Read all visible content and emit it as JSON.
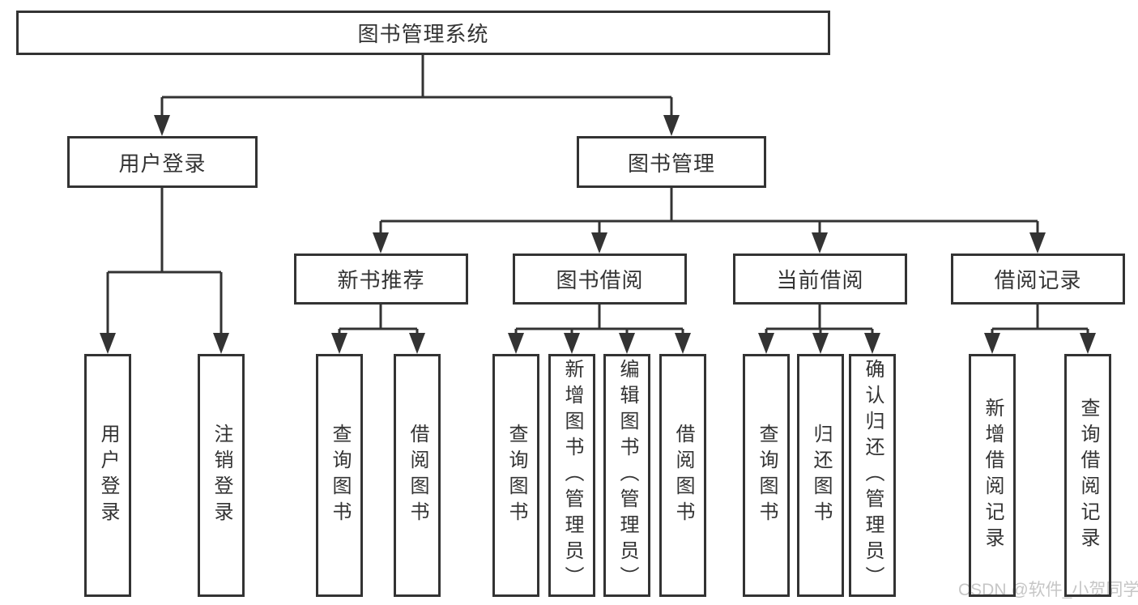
{
  "root": {
    "label": "图书管理系统"
  },
  "branches": {
    "user_login": {
      "label": "用户登录",
      "leaves": [
        {
          "label": "用户登录"
        },
        {
          "label": "注销登录"
        }
      ]
    },
    "book_management": {
      "label": "图书管理",
      "groups": {
        "new_book_recommendation": {
          "label": "新书推荐",
          "leaves": [
            {
              "label": "查询图书"
            },
            {
              "label": "借阅图书"
            }
          ]
        },
        "book_borrowing": {
          "label": "图书借阅",
          "leaves": [
            {
              "label": "查询图书"
            },
            {
              "label": "新增图书（管理员）"
            },
            {
              "label": "编辑图书（管理员）"
            },
            {
              "label": "借阅图书"
            }
          ]
        },
        "current_borrowing": {
          "label": "当前借阅",
          "leaves": [
            {
              "label": "查询图书"
            },
            {
              "label": "归还图书"
            },
            {
              "label": "确认归还（管理员）"
            }
          ]
        },
        "borrowing_records": {
          "label": "借阅记录",
          "leaves": [
            {
              "label": "新增借阅记录"
            },
            {
              "label": "查询借阅记录"
            }
          ]
        }
      }
    }
  },
  "watermark": {
    "text": "CSDN @软件_小贺同学"
  },
  "colors": {
    "line": "#333333",
    "box_border": "#333333",
    "text": "#333333",
    "watermark_text": "#c6c6c6",
    "background": "#ffffff"
  }
}
